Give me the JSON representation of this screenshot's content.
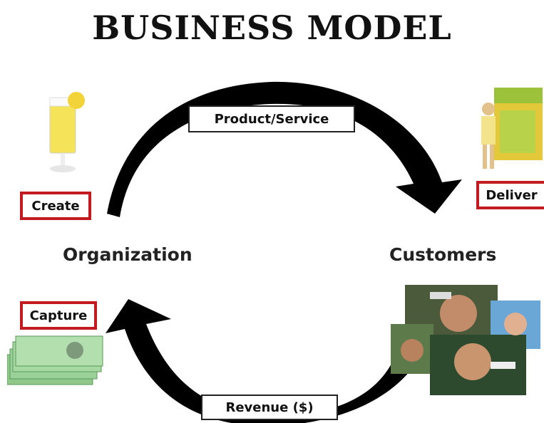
{
  "title": "BUSINESS MODEL",
  "top_arrow_label": "Product/Service",
  "bottom_arrow_label": "Revenue ($)",
  "parties": {
    "left": "Organization",
    "right": "Customers"
  },
  "steps": {
    "create": "Create",
    "deliver": "Deliver",
    "capture": "Capture"
  },
  "images": {
    "create": "lemonade-glass",
    "deliver": "lemonade-stand",
    "capture": "banknotes",
    "customers": "people-drinking"
  },
  "colors": {
    "step_border": "#c21a20",
    "arrow": "#000000"
  }
}
